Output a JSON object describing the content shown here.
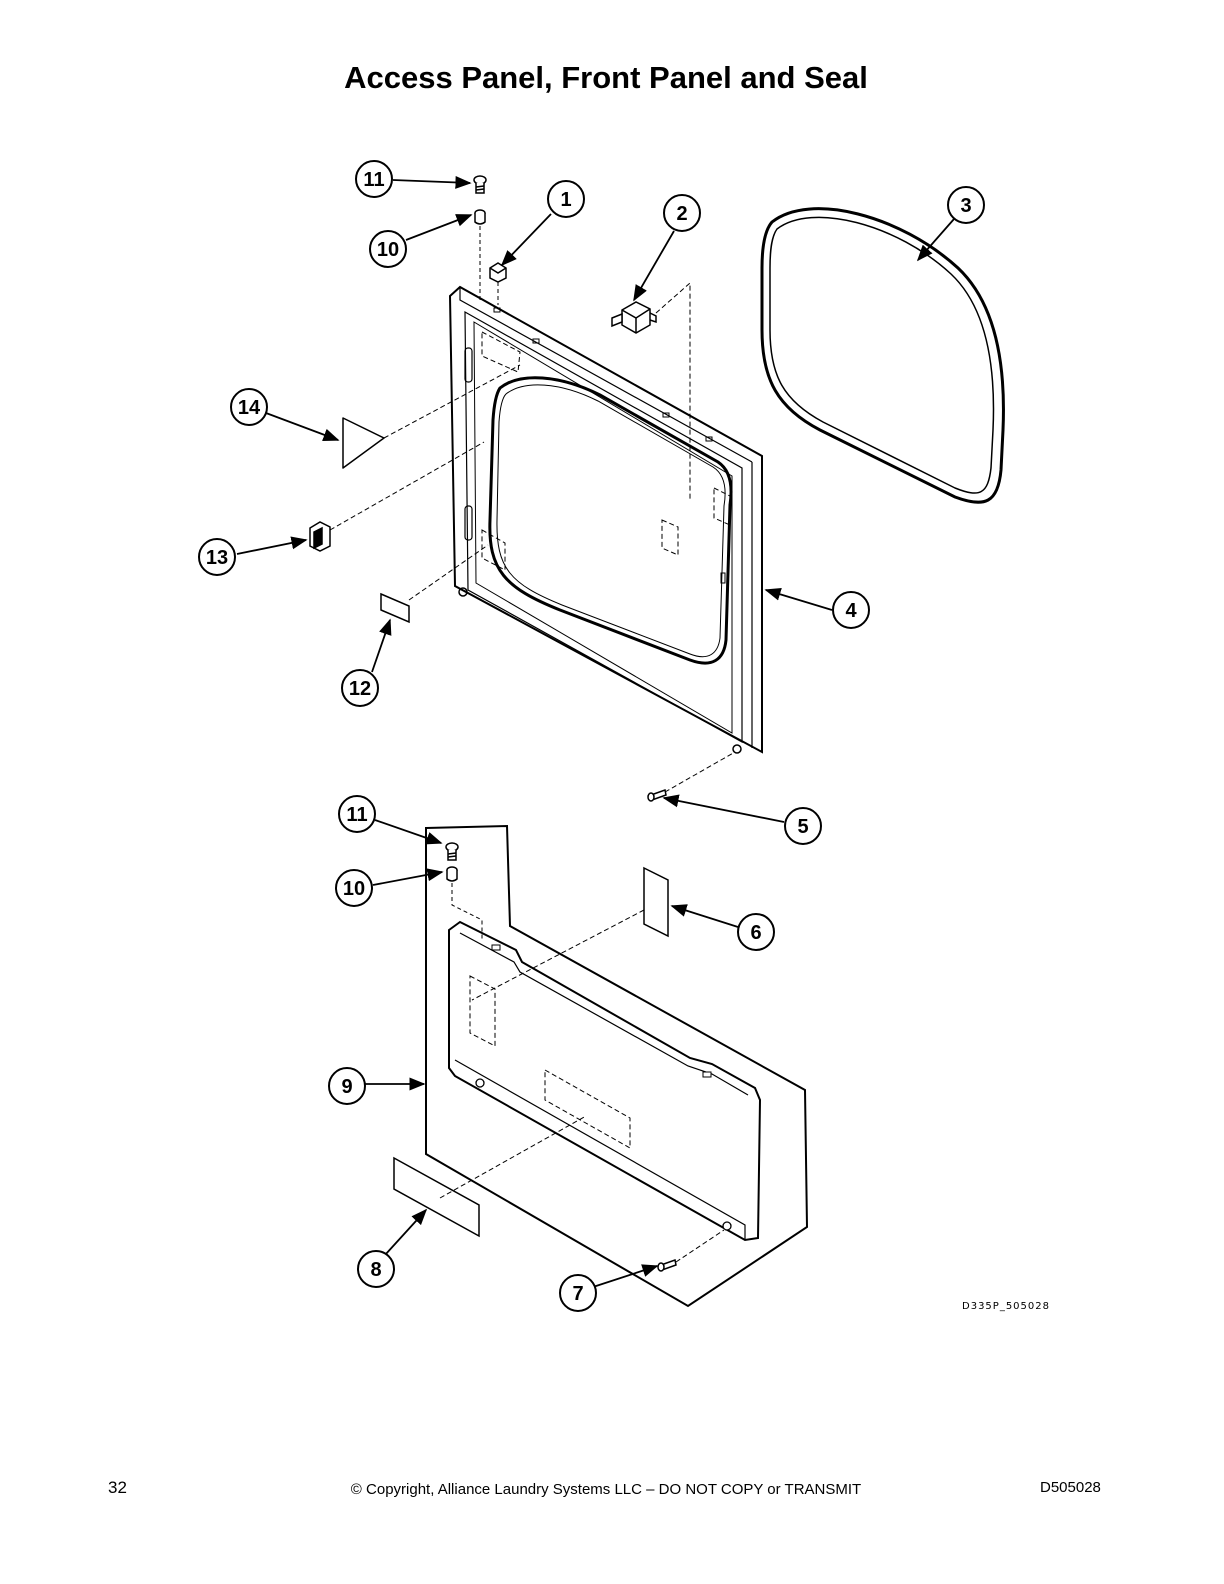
{
  "page": {
    "title": "Access Panel, Front Panel and Seal",
    "page_number": "32",
    "copyright": "© Copyright, Alliance Laundry Systems LLC – DO NOT COPY or TRANSMIT",
    "document_code": "D505028"
  },
  "diagram": {
    "drawing_code": "D335P_505028",
    "callouts": [
      "11",
      "10",
      "1",
      "2",
      "3",
      "14",
      "13",
      "4",
      "12",
      "11",
      "10",
      "5",
      "6",
      "9",
      "8",
      "7"
    ]
  }
}
